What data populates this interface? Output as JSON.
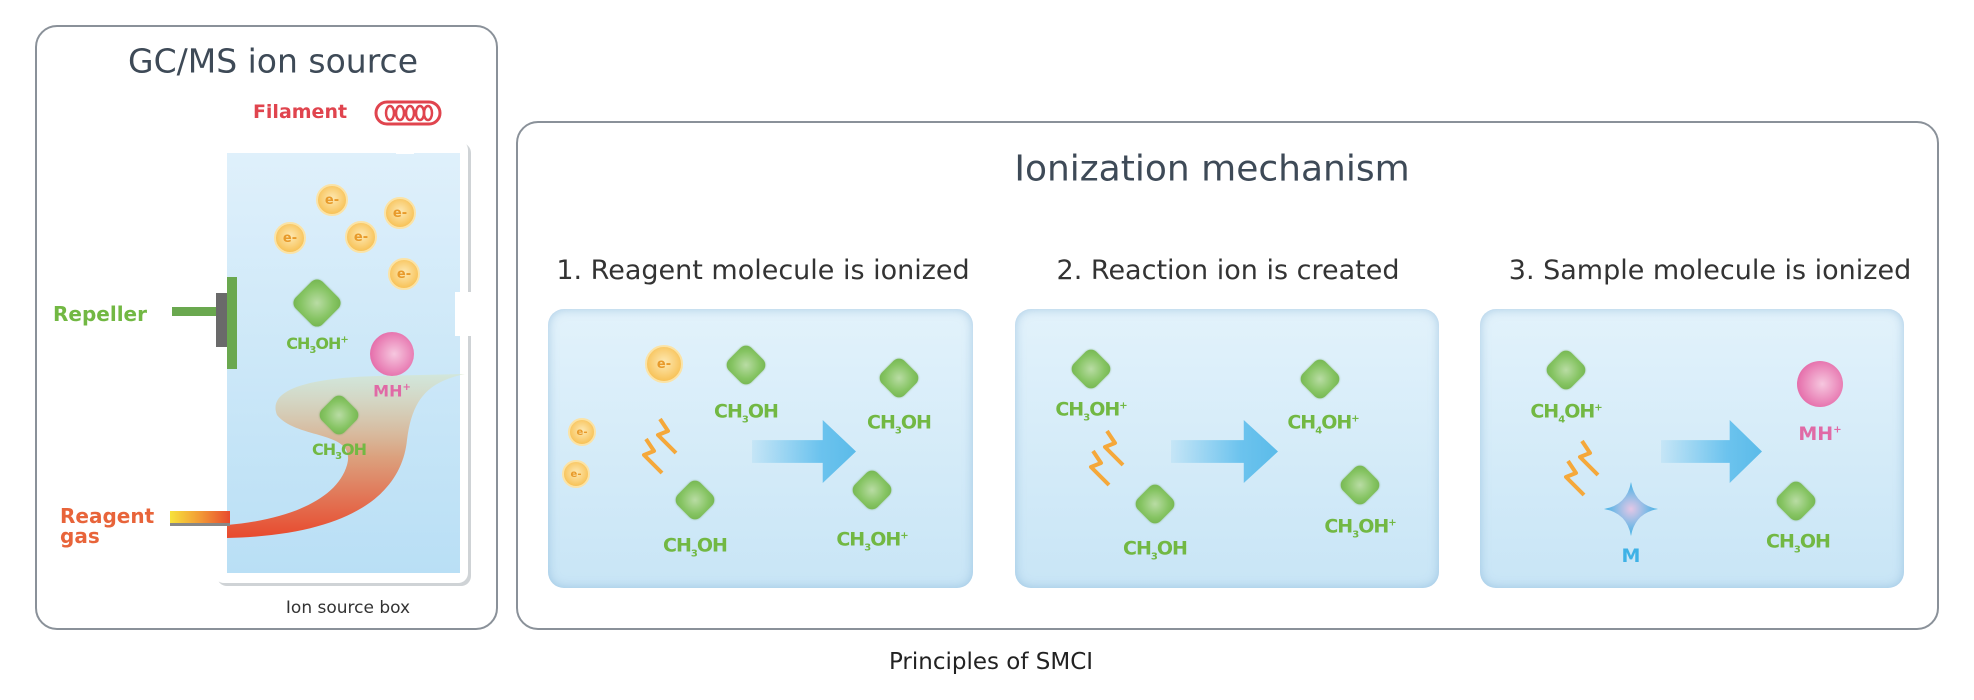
{
  "left_panel": {
    "title": "GC/MS ion source",
    "filament_label": "Filament",
    "repeller_label": "Repeller",
    "reagent_gas_label_line1": "Reagent",
    "reagent_gas_label_line2": "gas",
    "ion_source_box_label": "Ion source box",
    "electron_symbol": "e-",
    "ion_label": {
      "pre": "CH",
      "sub": "3",
      "post": "OH",
      "sup": "+"
    },
    "molecule_label": {
      "pre": "CH",
      "sub": "3",
      "post": "OH",
      "sup": ""
    },
    "product_label": {
      "pre": "MH",
      "sup": "+"
    }
  },
  "right_panel": {
    "title": "Ionization mechanism",
    "steps": [
      {
        "title": "1. Reagent molecule is ionized"
      },
      {
        "title": "2. Reaction ion is created"
      },
      {
        "title": "3. Sample molecule is ionized"
      }
    ],
    "step1": {
      "electron": "e-",
      "mol_a": {
        "pre": "CH",
        "sub": "3",
        "post": "OH",
        "sup": ""
      },
      "mol_b": {
        "pre": "CH",
        "sub": "3",
        "post": "OH",
        "sup": ""
      },
      "out_a": {
        "pre": "CH",
        "sub": "3",
        "post": "OH",
        "sup": ""
      },
      "out_b": {
        "pre": "CH",
        "sub": "3",
        "post": "OH",
        "sup": "+"
      }
    },
    "step2": {
      "mol_a": {
        "pre": "CH",
        "sub": "3",
        "post": "OH",
        "sup": "+"
      },
      "mol_b": {
        "pre": "CH",
        "sub": "3",
        "post": "OH",
        "sup": ""
      },
      "out_a": {
        "pre": "CH",
        "sub": "4",
        "post": "OH",
        "sup": "+"
      },
      "out_b": {
        "pre": "CH",
        "sub": "3",
        "post": "OH",
        "sup": "+"
      }
    },
    "step3": {
      "mol_a": {
        "pre": "CH",
        "sub": "4",
        "post": "OH",
        "sup": "+"
      },
      "sample": "M",
      "out_a": {
        "pre": "MH",
        "sup": "+"
      },
      "out_b": {
        "pre": "CH",
        "sub": "3",
        "post": "OH",
        "sup": ""
      }
    }
  },
  "caption": "Principles of SMCI",
  "colors": {
    "green": "#72b843",
    "red": "#e0444e",
    "orange": "#e8643a",
    "pink": "#e06aa6",
    "blue": "#3fb2e6"
  }
}
